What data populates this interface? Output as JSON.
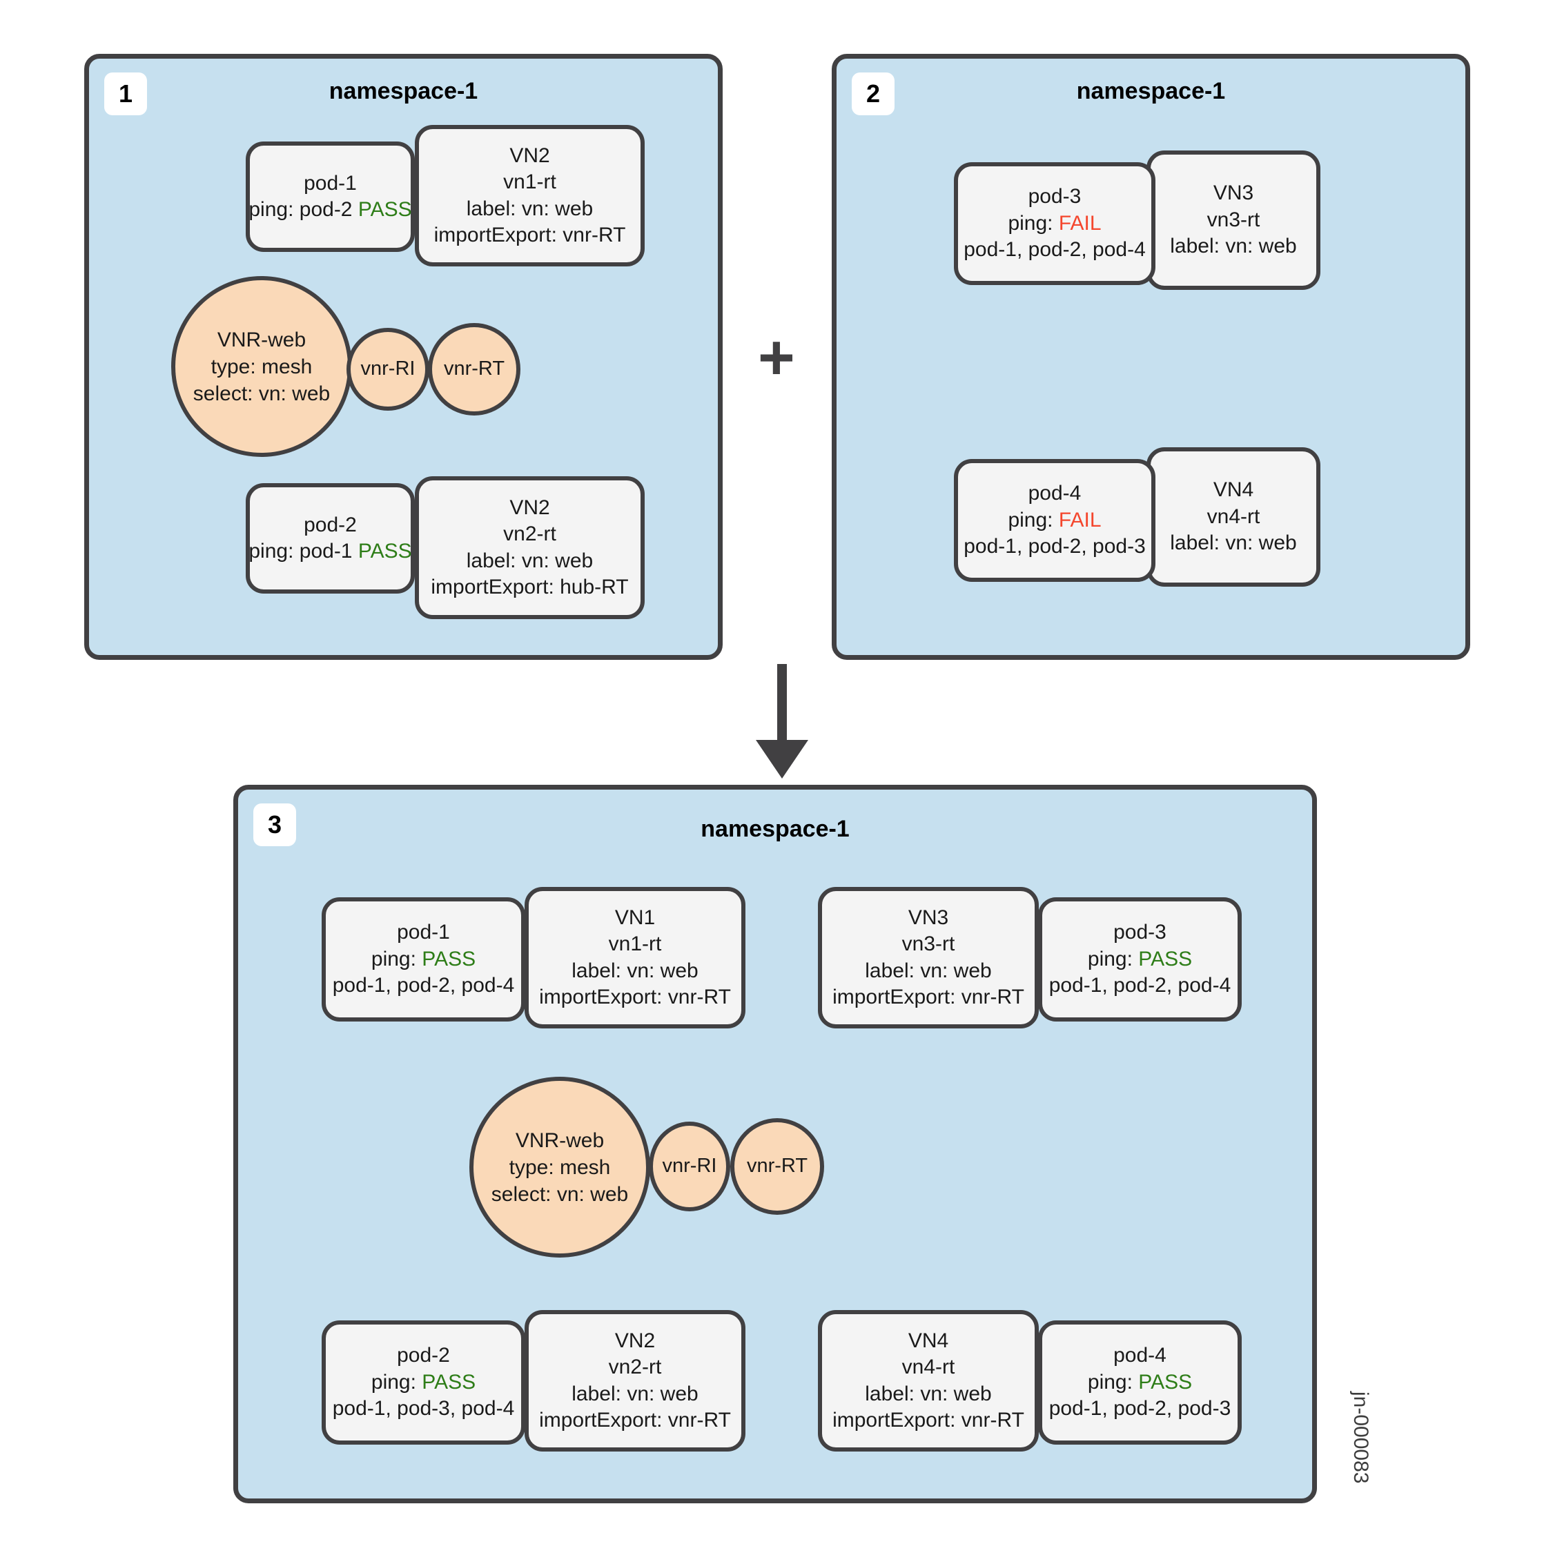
{
  "diagram": {
    "watermark": "jn-000083",
    "operator": "+",
    "colors": {
      "namespace_fill": "#c6e0ef",
      "box_fill": "#f4f4f4",
      "ellipse_fill": "#fad9b8",
      "stroke": "#414042",
      "pass": "#2e7d18",
      "fail": "#f4462d"
    }
  },
  "panels": [
    {
      "badge": "1",
      "title": "namespace-1",
      "boxes": [
        {
          "name": "pod-1-box",
          "lines": [
            {
              "text": "pod-1"
            },
            {
              "text": "ping: pod-2 ",
              "status": "PASS",
              "status_type": "pass"
            }
          ]
        },
        {
          "name": "vn2-vn1rt-box",
          "lines": [
            {
              "text": "VN2"
            },
            {
              "text": "vn1-rt"
            },
            {
              "text": "label: vn: web"
            },
            {
              "text": "importExport: vnr-RT"
            }
          ]
        },
        {
          "name": "pod-2-box",
          "lines": [
            {
              "text": "pod-2"
            },
            {
              "text": "ping: pod-1 ",
              "status": "PASS",
              "status_type": "pass"
            }
          ]
        },
        {
          "name": "vn2-vn2rt-box",
          "lines": [
            {
              "text": "VN2"
            },
            {
              "text": "vn2-rt"
            },
            {
              "text": "label: vn: web"
            },
            {
              "text": "importExport: hub-RT"
            }
          ]
        }
      ],
      "ellipses": [
        {
          "name": "vnr-web",
          "lines": [
            "VNR-web",
            "type: mesh",
            "select: vn: web"
          ]
        },
        {
          "name": "vnr-ri",
          "lines": [
            "vnr-RI"
          ]
        },
        {
          "name": "vnr-rt",
          "lines": [
            "vnr-RT"
          ]
        }
      ]
    },
    {
      "badge": "2",
      "title": "namespace-1",
      "boxes": [
        {
          "name": "pod-3-box",
          "lines": [
            {
              "text": "pod-3"
            },
            {
              "text": "ping: ",
              "status": "FAIL",
              "status_type": "fail"
            },
            {
              "text": "pod-1, pod-2, pod-4"
            }
          ]
        },
        {
          "name": "vn3-box",
          "lines": [
            {
              "text": "VN3"
            },
            {
              "text": "vn3-rt"
            },
            {
              "text": "label: vn: web"
            }
          ]
        },
        {
          "name": "pod-4-box",
          "lines": [
            {
              "text": "pod-4"
            },
            {
              "text": "ping: ",
              "status": "FAIL",
              "status_type": "fail"
            },
            {
              "text": "pod-1, pod-2, pod-3"
            }
          ]
        },
        {
          "name": "vn4-box",
          "lines": [
            {
              "text": "VN4"
            },
            {
              "text": "vn4-rt"
            },
            {
              "text": "label: vn: web"
            }
          ]
        }
      ],
      "ellipses": []
    },
    {
      "badge": "3",
      "title": "namespace-1",
      "boxes": [
        {
          "name": "pod-1-box",
          "lines": [
            {
              "text": "pod-1"
            },
            {
              "text": "ping: ",
              "status": "PASS",
              "status_type": "pass"
            },
            {
              "text": "pod-1, pod-2, pod-4"
            }
          ]
        },
        {
          "name": "vn1-box",
          "lines": [
            {
              "text": "VN1"
            },
            {
              "text": "vn1-rt"
            },
            {
              "text": "label: vn: web"
            },
            {
              "text": "importExport: vnr-RT"
            }
          ]
        },
        {
          "name": "vn3-box",
          "lines": [
            {
              "text": "VN3"
            },
            {
              "text": "vn3-rt"
            },
            {
              "text": "label: vn: web"
            },
            {
              "text": "importExport: vnr-RT"
            }
          ]
        },
        {
          "name": "pod-3-box",
          "lines": [
            {
              "text": "pod-3"
            },
            {
              "text": "ping: ",
              "status": "PASS",
              "status_type": "pass"
            },
            {
              "text": "pod-1, pod-2, pod-4"
            }
          ]
        },
        {
          "name": "pod-2-box",
          "lines": [
            {
              "text": "pod-2"
            },
            {
              "text": "ping: ",
              "status": "PASS",
              "status_type": "pass"
            },
            {
              "text": "pod-1, pod-3, pod-4"
            }
          ]
        },
        {
          "name": "vn2-box",
          "lines": [
            {
              "text": "VN2"
            },
            {
              "text": "vn2-rt"
            },
            {
              "text": "label: vn: web"
            },
            {
              "text": "importExport: vnr-RT"
            }
          ]
        },
        {
          "name": "vn4-box",
          "lines": [
            {
              "text": "VN4"
            },
            {
              "text": "vn4-rt"
            },
            {
              "text": "label: vn: web"
            },
            {
              "text": "importExport: vnr-RT"
            }
          ]
        },
        {
          "name": "pod-4-box",
          "lines": [
            {
              "text": "pod-4"
            },
            {
              "text": "ping: ",
              "status": "PASS",
              "status_type": "pass"
            },
            {
              "text": "pod-1, pod-2, pod-3"
            }
          ]
        }
      ],
      "ellipses": [
        {
          "name": "vnr-web",
          "lines": [
            "VNR-web",
            "type: mesh",
            "select: vn: web"
          ]
        },
        {
          "name": "vnr-ri",
          "lines": [
            "vnr-RI"
          ]
        },
        {
          "name": "vnr-rt",
          "lines": [
            "vnr-RT"
          ]
        }
      ]
    }
  ]
}
